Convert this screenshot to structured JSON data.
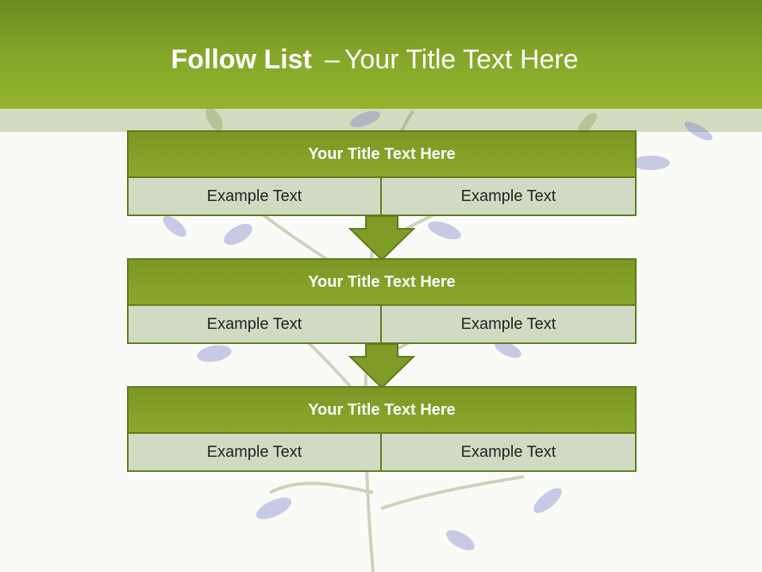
{
  "slide": {
    "title_bold": "Follow List",
    "title_separator": "–",
    "title_rest": "Your Title Text Here"
  },
  "steps": [
    {
      "title": "Your Title Text Here",
      "left": "Example Text",
      "right": "Example Text"
    },
    {
      "title": "Your Title Text Here",
      "left": "Example Text",
      "right": "Example Text"
    },
    {
      "title": "Your Title Text Here",
      "left": "Example Text",
      "right": "Example Text"
    }
  ],
  "colors": {
    "header_green": "#86a82a",
    "box_title_green": "#7a9824",
    "cell_fill": "#d1dbc3",
    "border": "#5f7a1c",
    "flower": "#6b6fc6"
  },
  "icons": [
    "down-arrow-icon",
    "background-flower-image"
  ]
}
